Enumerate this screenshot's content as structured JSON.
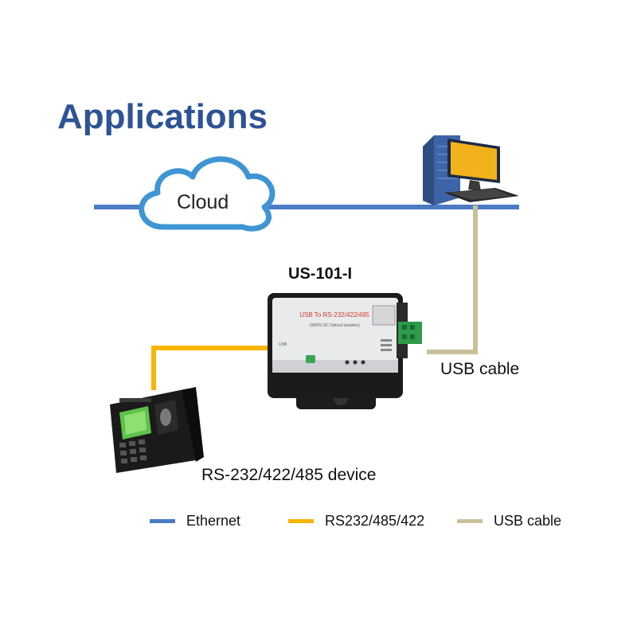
{
  "title": "Applications",
  "cloud_label": "Cloud",
  "device_name": "US-101-I",
  "usb_cable_label": "USB cable",
  "serial_device_label": "RS-232/422/485 device",
  "device_panel": {
    "line1": "USB To RS-232/422/485",
    "line2": "(3000V DC Optical Isolation)",
    "port_label": "USB"
  },
  "legend": [
    {
      "label": "Ethernet",
      "color": "#4a7bc4"
    },
    {
      "label": "RS232/485/422",
      "color": "#f7b500"
    },
    {
      "label": "USB cable",
      "color": "#c9c09a"
    }
  ],
  "colors": {
    "ethernet": "#4a7bc4",
    "serial": "#f7b500",
    "usb": "#c9c09a",
    "title": "#2e5395"
  },
  "icons": [
    "cloud-icon",
    "computer-icon",
    "converter-device-icon",
    "fingerprint-terminal-icon"
  ]
}
